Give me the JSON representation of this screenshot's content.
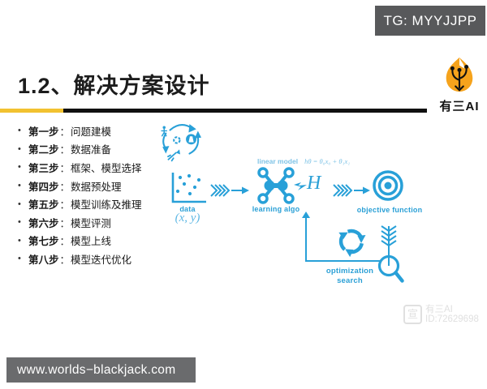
{
  "top_bar": {
    "tg_label": "TG: MYYJJPP"
  },
  "header": {
    "title": "1.2、解决方案设计"
  },
  "logo": {
    "text": "有三AI"
  },
  "colors": {
    "accent_yellow": "#F2C230",
    "divider_black": "#101010",
    "diagram_blue": "#28A0D8",
    "diagram_light_blue": "#7EC3E6",
    "logo_orange": "#F6A31C",
    "tg_box_gray": "#58595b",
    "footer_gray": "#6a6b6d"
  },
  "steps": {
    "bullet": "•",
    "separator": "：",
    "items": [
      {
        "label": "第一步",
        "desc": "问题建模"
      },
      {
        "label": "第二步",
        "desc": "数据准备"
      },
      {
        "label": "第三步",
        "desc": "框架、模型选择"
      },
      {
        "label": "第四步",
        "desc": "数据预处理"
      },
      {
        "label": "第五步",
        "desc": "模型训练及推理"
      },
      {
        "label": "第六步",
        "desc": "模型评测"
      },
      {
        "label": "第七步",
        "desc": "模型上线"
      },
      {
        "label": "第八步",
        "desc": "模型迭代优化"
      }
    ]
  },
  "diagram": {
    "linear_model_label": "linear model",
    "formula": "hθ = θ₀x₀ + θ₁x₁",
    "data_label": "data",
    "data_sub": "(x, y)",
    "h_symbol": "H",
    "learning_label": "learning algo",
    "objective_label": "objective function",
    "optimization_line1": "optimization",
    "optimization_line2": "search"
  },
  "watermark": {
    "icon_char": "宣",
    "line1": "有三AI",
    "line2": "ID:72629698"
  },
  "footer": {
    "url": "www.worlds−blackjack.com"
  }
}
